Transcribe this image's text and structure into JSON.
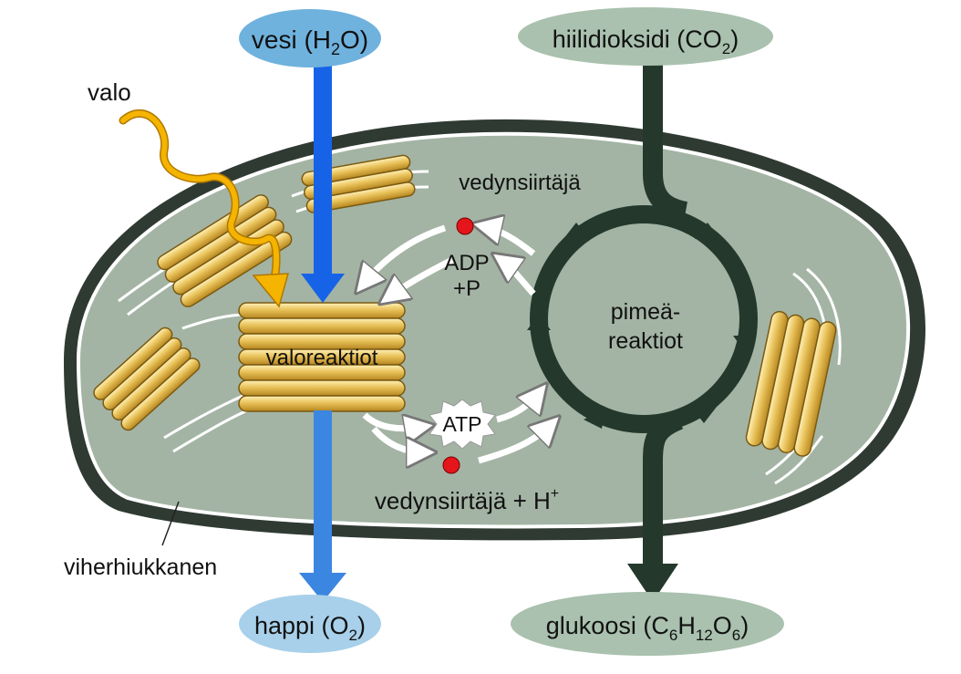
{
  "labels": {
    "water": "vesi (H",
    "water_sub": "2",
    "water_end": "O)",
    "co2": "hiilidioksidi (CO",
    "co2_sub": "2",
    "co2_end": ")",
    "light": "valo",
    "hydrogen_carrier_top": "vedynsiirtäjä",
    "adp": "ADP",
    "plus_p": "+P",
    "dark_reactions_line1": "pimeä-",
    "dark_reactions_line2": "reaktiot",
    "light_reactions": "valoreaktiot",
    "atp": "ATP",
    "hydrogen_carrier_bottom": "vedynsiirtäjä + H",
    "hydrogen_carrier_bottom_sup": "+",
    "chloroplast": "viherhiukkanen",
    "oxygen": "happi (O",
    "oxygen_sub": "2",
    "oxygen_end": ")",
    "glucose": "glukoosi  (C",
    "glucose_sub1": "6",
    "glucose_mid1": "H",
    "glucose_sub2": "12",
    "glucose_mid2": "O",
    "glucose_sub3": "6",
    "glucose_end": ")"
  },
  "colors": {
    "chloroplast_fill": "#a3b4a4",
    "chloroplast_outline": "#2f3a33",
    "water_oval": "#6fb2dd",
    "oxygen_oval": "#a8d0ea",
    "co2_oval": "#a9c1ae",
    "glucose_oval": "#a9c1ae",
    "blue_arrow": "#1763e8",
    "blue_arrow_lower": "#3b86e0",
    "dark_green_arrow": "#24392c",
    "thylakoid": "#e9c25a",
    "thylakoid_edge": "#7a5a12",
    "light_wave": "#f4b400",
    "carrier_dot": "#e4151b"
  }
}
